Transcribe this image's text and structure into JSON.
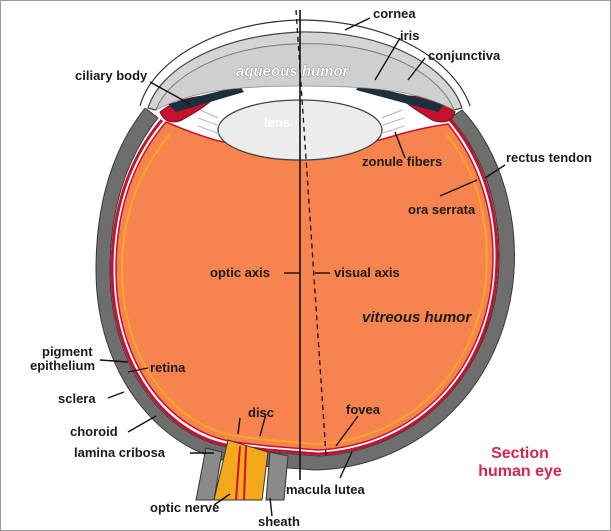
{
  "labels": {
    "cornea": "cornea",
    "iris": "iris",
    "conjunctiva": "conjunctiva",
    "ciliary_body": "ciliary body",
    "aqueous_humor": "aqueous humor",
    "lens": "lens",
    "zonule_fibers": "zonule fibers",
    "rectus_tendon": "rectus tendon",
    "ora_serrata": "ora serrata",
    "optic_axis": "optic axis",
    "visual_axis": "visual axis",
    "vitreous_humor": "vitreous humor",
    "pigment": "pigment",
    "epithelium": "epithelium",
    "retina": "retina",
    "sclera": "sclera",
    "choroid": "choroid",
    "disc": "disc",
    "fovea": "fovea",
    "lamina_cribosa": "lamina cribosa",
    "macula_lutea": "macula lutea",
    "optic_nerve": "optic nerve",
    "sheath": "sheath"
  },
  "title": {
    "line1": "Section",
    "line2": "human eye"
  },
  "colors": {
    "vitreous": "#f7834e",
    "sclera": "#6e6e6e",
    "choroid": "#c4122f",
    "retina": "#f4a82a",
    "cornea": "#d4d4d4",
    "lens": "#ececec",
    "optic_nerve": "#f6a81c",
    "title": "#d8254a"
  }
}
